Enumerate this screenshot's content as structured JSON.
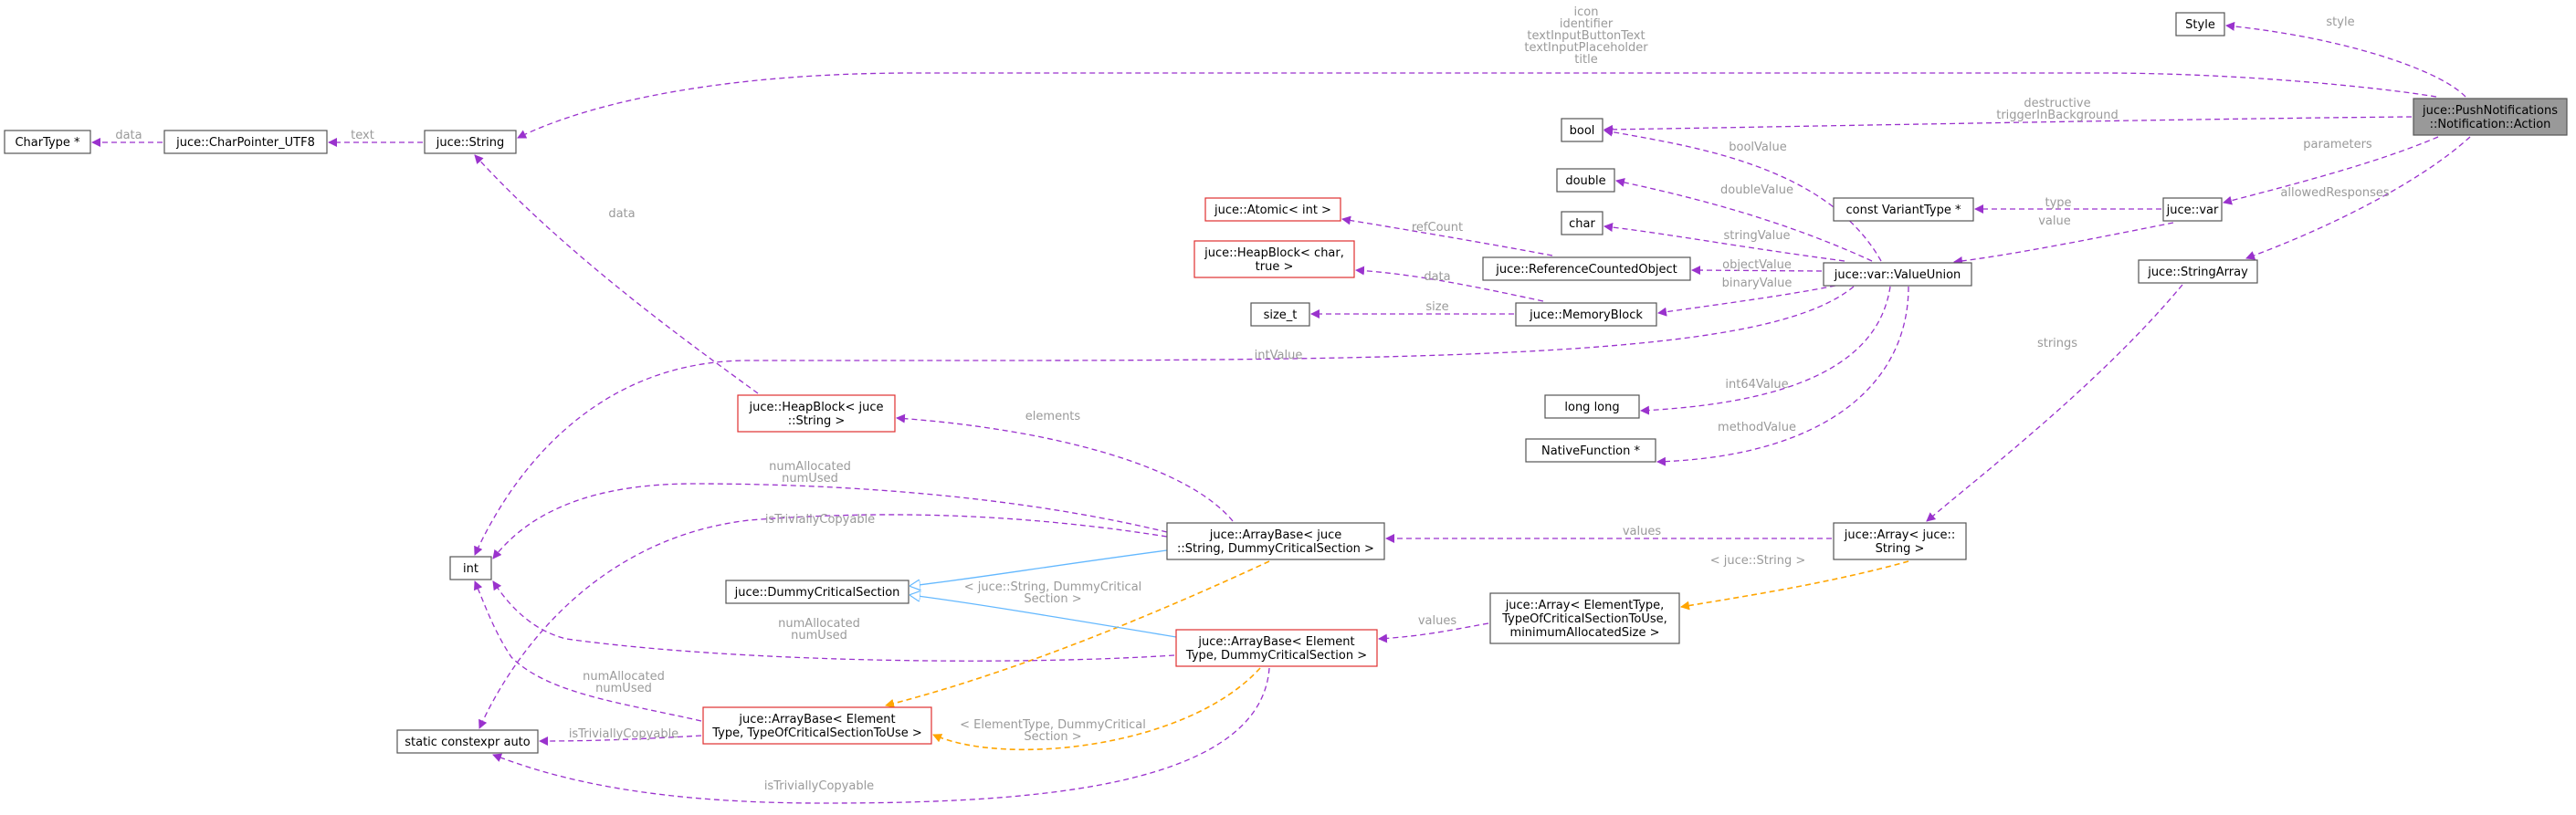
{
  "nodes": {
    "action": [
      "juce::PushNotifications",
      "::Notification::Action"
    ],
    "style": [
      "Style"
    ],
    "bool": [
      "bool"
    ],
    "string": [
      "juce::String"
    ],
    "charptr": [
      "juce::CharPointer_UTF8"
    ],
    "chartype": [
      "CharType *"
    ],
    "var": [
      "juce::var"
    ],
    "varianttype": [
      "const VariantType *"
    ],
    "valueunion": [
      "juce::var::ValueUnion"
    ],
    "stringarray": [
      "juce::StringArray"
    ],
    "double": [
      "double"
    ],
    "char": [
      "char"
    ],
    "atomic": [
      "juce::Atomic< int >"
    ],
    "refcounted": [
      "juce::ReferenceCountedObject"
    ],
    "heapblockchar": [
      "juce::HeapBlock< char,",
      "true >"
    ],
    "memoryblock": [
      "juce::MemoryBlock"
    ],
    "sizet": [
      "size_t"
    ],
    "longlong": [
      "long long"
    ],
    "nativefn": [
      "NativeFunction *"
    ],
    "heapblockstring": [
      "juce::HeapBlock< juce",
      "::String >"
    ],
    "int": [
      "int"
    ],
    "arraybasestring": [
      "juce::ArrayBase< juce",
      "::String, DummyCriticalSection >"
    ],
    "arraystring": [
      "juce::Array< juce::",
      "String >"
    ],
    "dummycs": [
      "juce::DummyCriticalSection"
    ],
    "arraybaseelemdummy": [
      "juce::ArrayBase< Element",
      "Type, DummyCriticalSection >"
    ],
    "arrayelem": [
      "juce::Array< ElementType,",
      "TypeOfCriticalSectionToUse,",
      "minimumAllocatedSize >"
    ],
    "arraybaseelemcs": [
      "juce::ArrayBase< Element",
      "Type, TypeOfCriticalSectionToUse >"
    ],
    "constexprauto": [
      "static constexpr auto"
    ]
  },
  "edge_labels": {
    "style": [
      "style"
    ],
    "action_string": [
      "icon",
      "identifier",
      "textInputButtonText",
      "textInputPlaceholder",
      "title"
    ],
    "action_bool": [
      "destructive",
      "triggerInBackground"
    ],
    "parameters": [
      "parameters"
    ],
    "allowedResponses": [
      "allowedResponses"
    ],
    "text": [
      "text"
    ],
    "data_chartype": [
      "data"
    ],
    "data_heapstring": [
      "data"
    ],
    "type": [
      "type"
    ],
    "value": [
      "value"
    ],
    "boolValue": [
      "boolValue"
    ],
    "doubleValue": [
      "doubleValue"
    ],
    "stringValue": [
      "stringValue"
    ],
    "objectValue": [
      "objectValue"
    ],
    "binaryValue": [
      "binaryValue"
    ],
    "refCount": [
      "refCount"
    ],
    "data_memblock": [
      "data"
    ],
    "size": [
      "size"
    ],
    "intValue": [
      "intValue"
    ],
    "int64Value": [
      "int64Value"
    ],
    "methodValue": [
      "methodValue"
    ],
    "strings": [
      "strings"
    ],
    "elements": [
      "elements"
    ],
    "values_arraystring": [
      "values"
    ],
    "values_arrayelem": [
      "values"
    ],
    "tmpl_string": [
      "< juce::String >"
    ],
    "numAllocated_1": [
      "numAllocated",
      "numUsed"
    ],
    "isTriviallyCopyable_1": [
      "isTriviallyCopyable"
    ],
    "tmpl_string_dummy": [
      "< juce::String, DummyCritical",
      "Section >"
    ],
    "numAllocated_2": [
      "numAllocated",
      "numUsed"
    ],
    "numAllocated_3": [
      "numAllocated",
      "numUsed"
    ],
    "isTriviallyCopyable_2": [
      "isTriviallyCopyable"
    ],
    "tmpl_elem_dummy": [
      "< ElementType, DummyCritical",
      "Section >"
    ],
    "isTriviallyCopyable_3": [
      "isTriviallyCopyable"
    ]
  },
  "colors": {
    "usage_edge": "#9a32cd",
    "template_edge": "#ffa500",
    "inherit_edge": "#63b8ff",
    "incomplete_border": "#e03030",
    "root_fill": "#999999",
    "label_gray": "#9a9a9a"
  }
}
